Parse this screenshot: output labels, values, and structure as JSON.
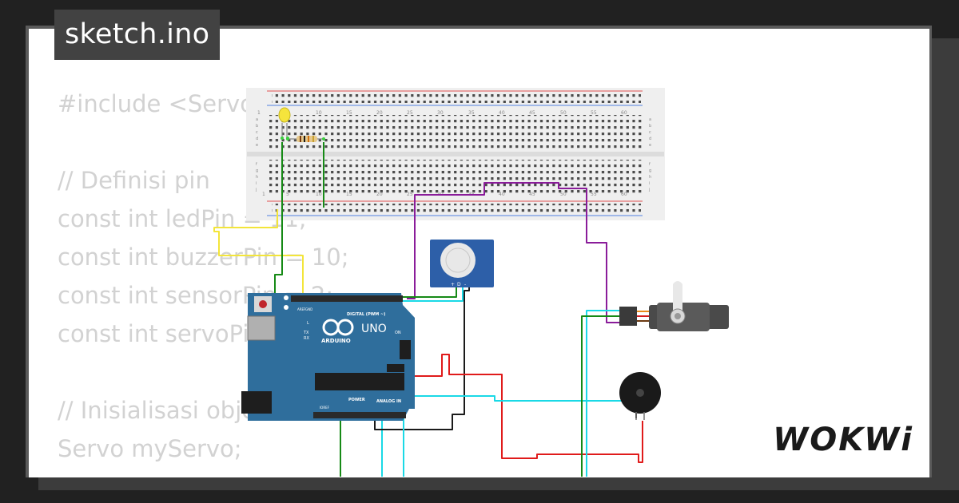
{
  "file_tab": {
    "name": "sketch.ino"
  },
  "code_lines": [
    "#include <Servo.h>",
    "",
    "// Definisi pin",
    "const int ledPin = 11;",
    "const int buzzerPin = 10;",
    "const int sensorPin = 2;",
    "const int servoPin = 9;",
    "",
    "// Inisialisasi objek",
    "Servo myServo;"
  ],
  "board": {
    "brand": "ARDUINO",
    "model": "UNO",
    "digital_label": "DIGITAL (PWM ~)",
    "analog_label": "ANALOG IN",
    "power_label": "POWER",
    "on_label": "ON",
    "tx_label": "TX",
    "rx_label": "RX",
    "l_label": "L",
    "aref_label": "AREF",
    "gnd_label": "GND",
    "ioref_label": "IOREF"
  },
  "breadboard": {
    "column_numbers": [
      "1",
      "5",
      "10",
      "15",
      "20",
      "25",
      "30",
      "35",
      "40",
      "45",
      "50",
      "55",
      "60"
    ],
    "row_letters_top": [
      "a",
      "b",
      "c",
      "d",
      "e"
    ],
    "row_letters_bottom": [
      "f",
      "g",
      "h",
      "i",
      "j"
    ]
  },
  "pir_sensor": {
    "pins": [
      "+",
      "D",
      "-"
    ]
  },
  "logo": {
    "text": "WOKWi"
  },
  "icons": [
    "arduino-infinity-icon",
    "reset-button-icon",
    "servo-horn-icon"
  ],
  "colors": {
    "board_blue": "#2f6e9c",
    "wire_red": "#e01b1b",
    "wire_green": "#168a16",
    "wire_cyan": "#1ad9e6",
    "wire_purple": "#8a1c9a",
    "wire_yellow": "#f3e53a",
    "wire_black": "#1a1a1a"
  }
}
